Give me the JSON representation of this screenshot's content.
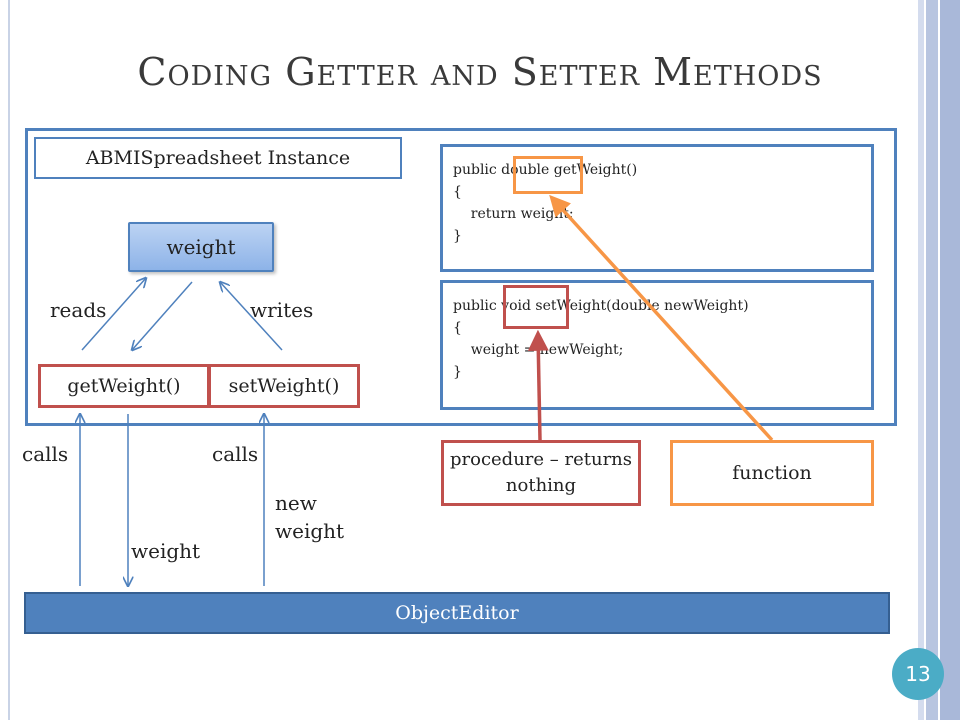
{
  "title": "Coding Getter and Setter Methods",
  "instance_label": "ABMISpreadsheet Instance",
  "weight_field": "weight",
  "getter_label": "getWeight()",
  "setter_label": "setWeight()",
  "reads_label": "reads",
  "writes_label": "writes",
  "getter_code": [
    "public double getWeight()",
    "{",
    "    return weight;",
    "}"
  ],
  "setter_code": [
    "public void setWeight(double newWeight)",
    "{",
    "    weight = newWeight;",
    "}"
  ],
  "procedure_label": "procedure – returns nothing",
  "function_label": "function",
  "calls_label_left": "calls",
  "calls_label_right": "calls",
  "weight_return_label": "weight",
  "new_weight_label": "new weight",
  "object_editor_label": "ObjectEditor",
  "page_number": "13",
  "colors": {
    "blue": "#4f81bd",
    "red": "#c0504d",
    "orange": "#f79646",
    "page_badge": "#4bacc6"
  }
}
